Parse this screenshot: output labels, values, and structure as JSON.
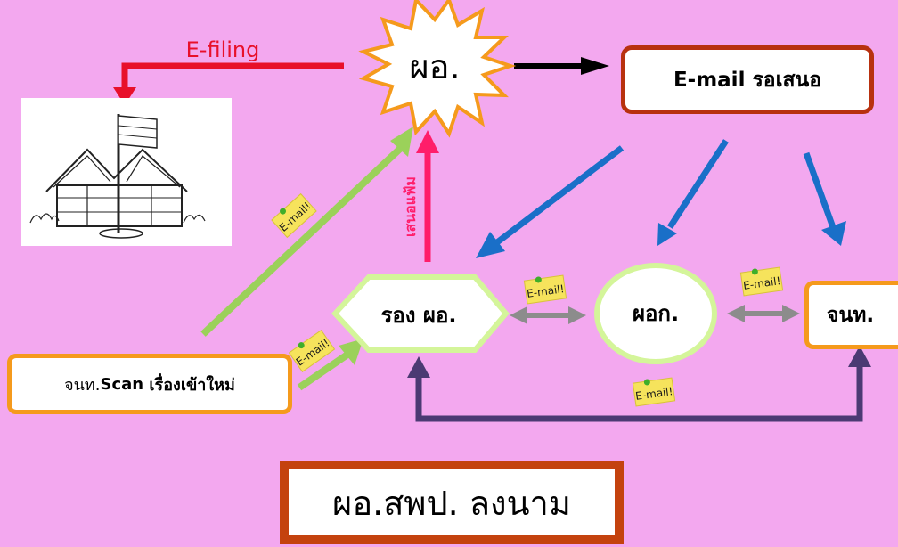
{
  "director": {
    "label": "ผอ."
  },
  "email_pending": {
    "label": "E-mail รอเสนอ"
  },
  "efiling": {
    "label": "E-filing"
  },
  "deputy": {
    "label": "รอง ผอ."
  },
  "division_head": {
    "label": "ผอก."
  },
  "staff": {
    "label": "จนท."
  },
  "scan": {
    "prefix": "จนท.",
    "bold": "Scan",
    "suffix": " เรื่องเข้าใหม่"
  },
  "present_file": {
    "label": "เสนอแฟ้ม"
  },
  "sticky_note": {
    "label": "E-mail!"
  },
  "sign": {
    "label": "ผอ.สพป. ลงนาม"
  },
  "colors": {
    "background": "#f3a8ef",
    "red_arrow": "#e8102a",
    "pink_arrow": "#ff1d6a",
    "blue_arrow": "#1a6fc8",
    "green_arrow": "#9bd15a",
    "gray_arrow": "#8c8c8c",
    "purple_arrow": "#4b3a73",
    "note_yellow": "#f6e35c"
  }
}
